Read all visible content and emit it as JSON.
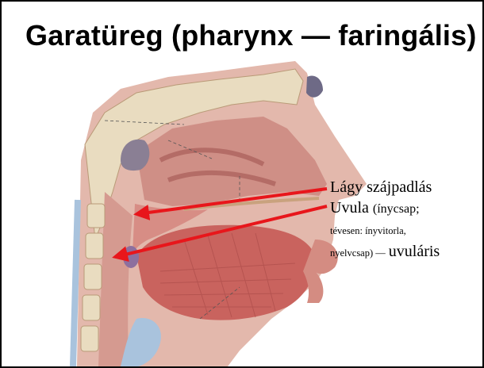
{
  "slide": {
    "title": "Garatüreg (pharynx — faringális)"
  },
  "labels": {
    "soft_palate": "Lágy szájpadlás",
    "uvula_main": "Uvula",
    "uvula_paren_1": "(ínycsap;",
    "uvula_paren_2": "tévesen: ínyvitorla,",
    "uvula_paren_3": "nyelvcsap) —",
    "uvula_adjective": "uvuláris"
  },
  "colors": {
    "arrow": "#e8161b",
    "tissue_pink": "#d9a59c",
    "tongue_red": "#c9635e",
    "bone": "#e9dcc0",
    "cartilage_blue": "#a9c3dd"
  }
}
